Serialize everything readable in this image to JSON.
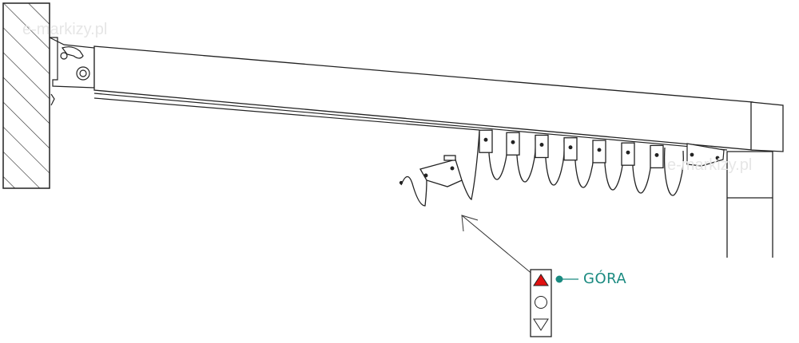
{
  "watermarks": [
    "e-markizy.pl",
    "e-markizy.pl"
  ],
  "remote": {
    "buttons": [
      {
        "name": "up",
        "icon": "triangle-up-icon",
        "active": true
      },
      {
        "name": "stop",
        "icon": "circle-icon",
        "active": false
      },
      {
        "name": "down",
        "icon": "triangle-down-icon",
        "active": false
      }
    ]
  },
  "callout": {
    "label": "GÓRA"
  },
  "colors": {
    "accent": "#1a8a80",
    "active_button": "#e01010",
    "line": "#222222"
  }
}
